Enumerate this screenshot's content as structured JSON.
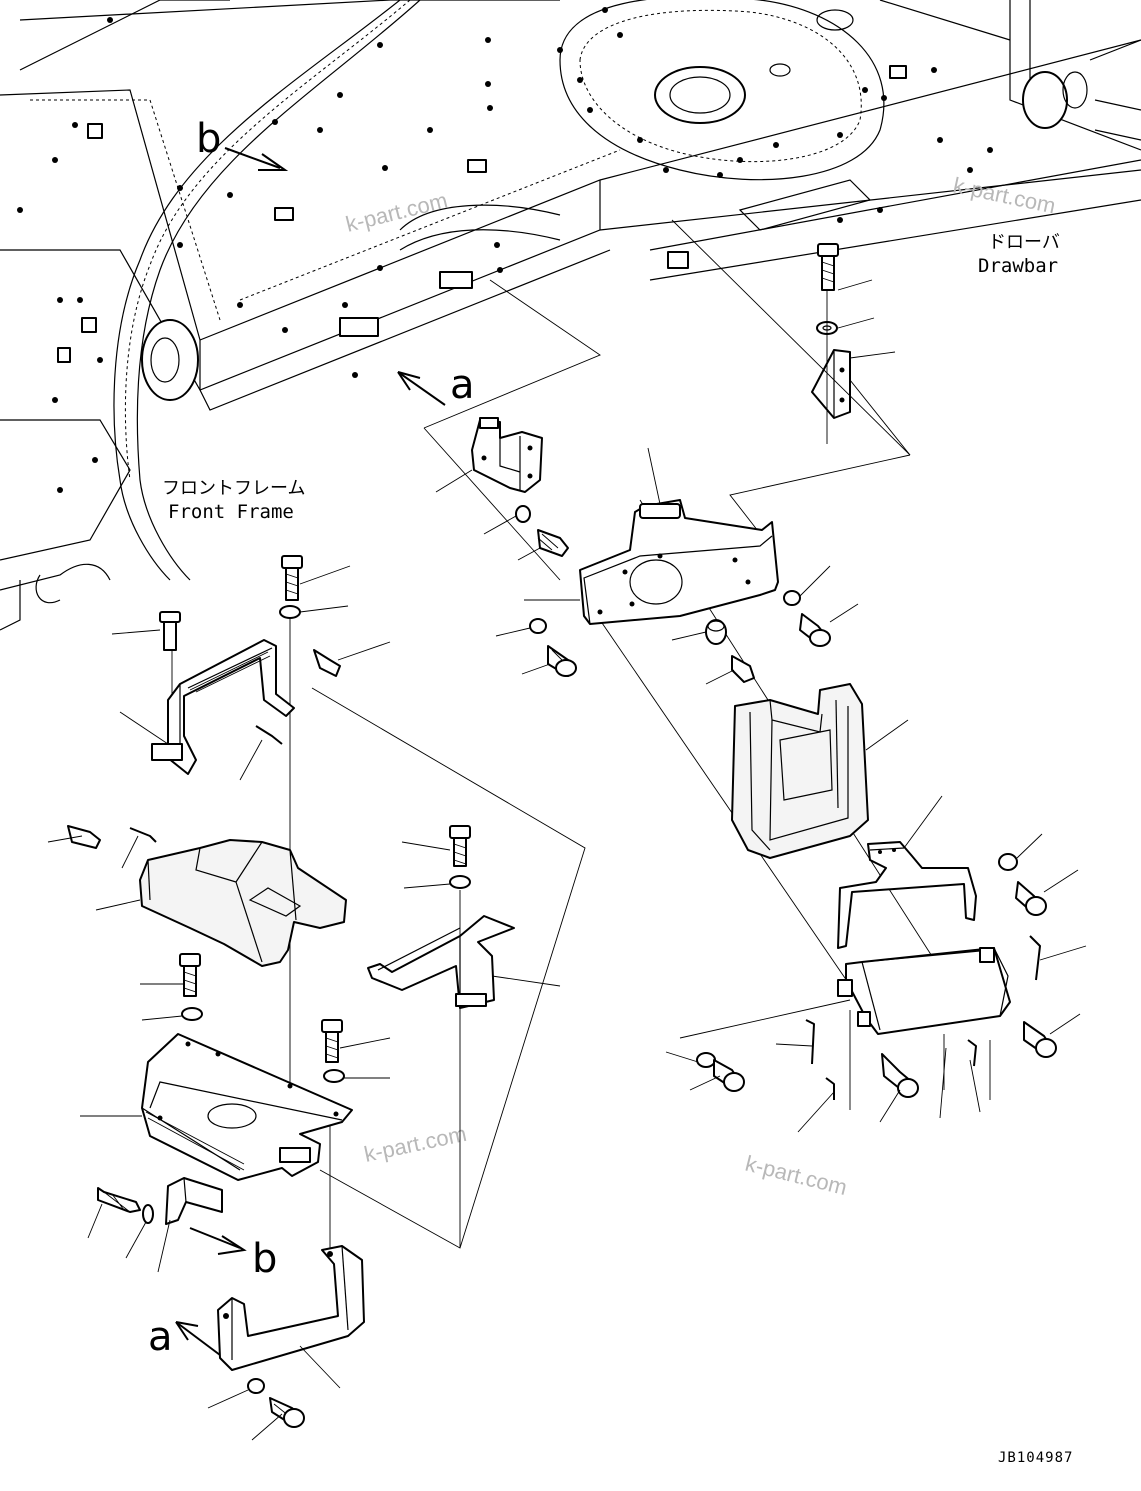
{
  "labels": {
    "front_frame_jp": "フロントフレーム",
    "front_frame_en": "Front Frame",
    "drawbar_jp": "ドローバ",
    "drawbar_en": "Drawbar"
  },
  "callouts": {
    "a_top": "a",
    "b_top": "b",
    "b_bottom": "b",
    "a_bottom": "a"
  },
  "watermarks": [
    "k-part.com",
    "k-part.com",
    "k-part.com",
    "k-part.com"
  ],
  "drawing_code": "JB104987",
  "colors": {
    "ink": "#000000",
    "paper": "#ffffff",
    "watermark": "#b8b8b8"
  }
}
